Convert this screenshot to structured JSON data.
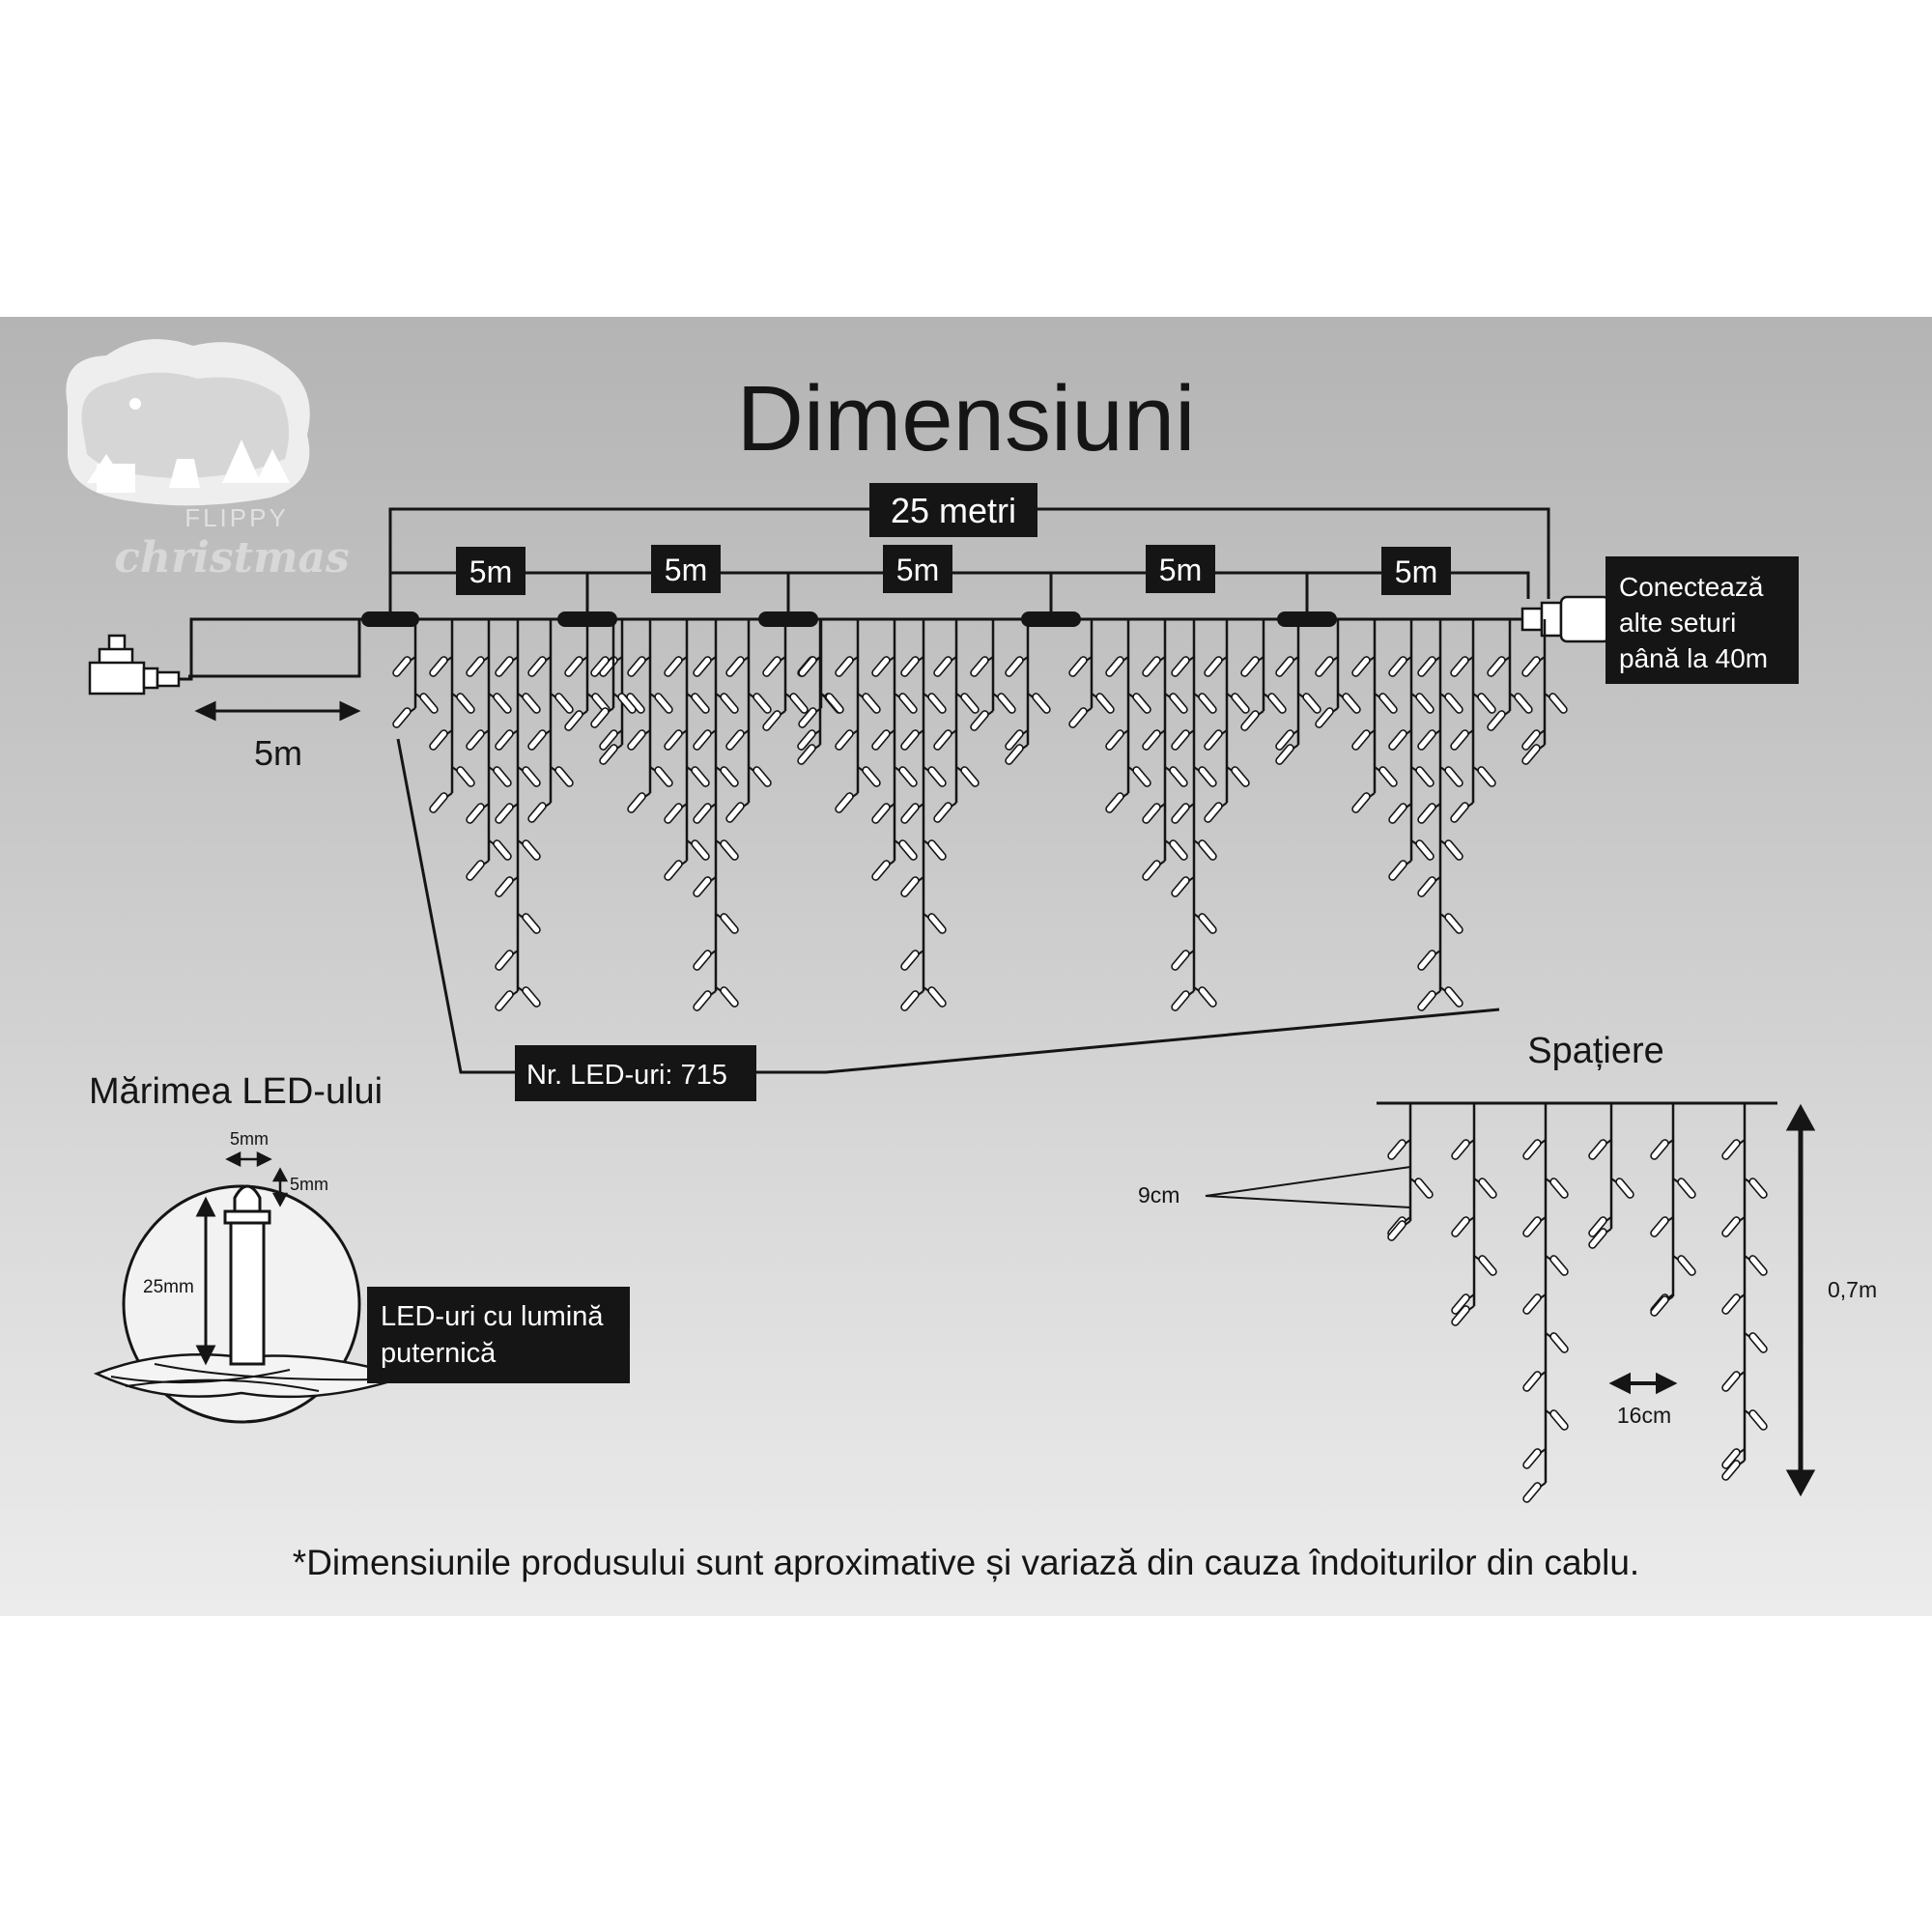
{
  "title": "Dimensiuni",
  "total_length_label": "25 metri",
  "segment_labels": [
    "5m",
    "5m",
    "5m",
    "5m",
    "5m"
  ],
  "lead_cable_label": "5m",
  "connect_note": [
    "Conectează",
    "alte seturi",
    "până la 40m"
  ],
  "led_count_label": "Nr. LED-uri: 715",
  "led_size": {
    "heading": "Mărimea LED-ului",
    "width": "5mm",
    "height": "5mm",
    "length": "25mm",
    "note": [
      "LED-uri cu lumină",
      "puternică"
    ]
  },
  "spacing": {
    "heading": "Spațiere",
    "vertical_gap": "9cm",
    "horizontal_gap": "16cm",
    "drop_height": "0,7m"
  },
  "disclaimer": "*Dimensiunile produsului sunt aproximative și variază din cauza îndoiturilor din cablu.",
  "logo": {
    "line1": "FLIPPY",
    "line2": "christmas"
  },
  "colors": {
    "panel_top": "#b4b4b4",
    "panel_bottom": "#ececec",
    "ink": "#151515",
    "label_bg": "#151515",
    "label_text": "#ffffff",
    "led": "#ffffff"
  }
}
